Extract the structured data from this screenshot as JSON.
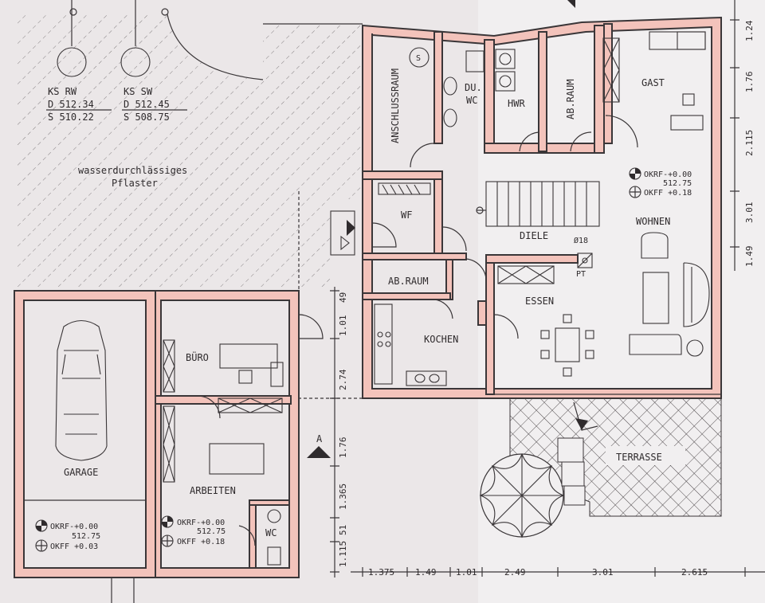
{
  "site": {
    "manholes": [
      {
        "name": "KS RW",
        "top": "D 512.34",
        "bottom": "S 510.22"
      },
      {
        "name": "KS SW",
        "top": "D 512.45",
        "bottom": "S 508.75"
      }
    ],
    "paving_line1": "wasserdurchlässiges",
    "paving_line2": "Pflaster"
  },
  "rooms": {
    "anschlussraum": "ANSCHLUSSRAUM",
    "du": "DU.",
    "wc_upper": "WC",
    "hwr": "HWR",
    "ab_raum_upper": "AB.RAUM",
    "gast": "GAST",
    "wf": "WF",
    "diele": "DIELE",
    "wohnen": "WOHNEN",
    "ab_raum_lower": "AB.RAUM",
    "kochen": "KOCHEN",
    "essen": "ESSEN",
    "pt": "PT",
    "buero": "BÜRO",
    "arbeiten": "ARBEITEN",
    "wc_lower": "WC",
    "garage": "GARAGE",
    "terrasse": "TERRASSE",
    "chimney": "Ø18",
    "section_mark": "A"
  },
  "levels": {
    "main": {
      "okrf": "OKRF-+0.00",
      "value": "512.75",
      "okff": "OKFF +0.18"
    },
    "office": {
      "okrf": "OKRF-+0.00",
      "value": "512.75",
      "okff": "OKFF +0.18"
    },
    "garage": {
      "okrf": "OKRF-+0.00",
      "value": "512.75",
      "okff": "OKFF +0.03"
    }
  },
  "dimensions": {
    "right": [
      "1.24",
      "1.76",
      "2.115",
      "3.01",
      "1.49"
    ],
    "middle": [
      "1.01",
      "49",
      "2.74",
      "1.76",
      "1.365",
      "1.115",
      "51"
    ],
    "bottom": [
      "1.375",
      "1.49",
      "1.01",
      "2.49",
      "3.01",
      "2.615"
    ]
  }
}
